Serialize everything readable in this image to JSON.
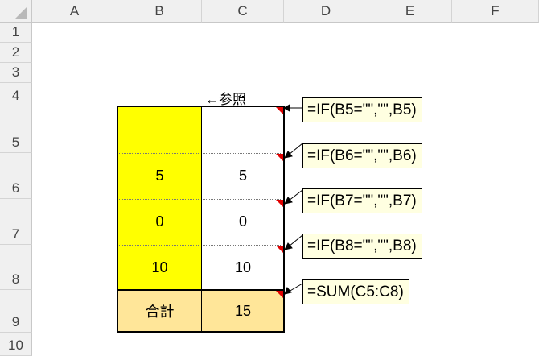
{
  "columns": [
    "A",
    "B",
    "C",
    "D",
    "E",
    "F"
  ],
  "rows": [
    "1",
    "2",
    "3",
    "4",
    "5",
    "6",
    "7",
    "8",
    "9",
    "10"
  ],
  "reference_label": "←参照",
  "table": {
    "rows": [
      {
        "b": "",
        "c": ""
      },
      {
        "b": "5",
        "c": "5"
      },
      {
        "b": "0",
        "c": "0"
      },
      {
        "b": "10",
        "c": "10"
      }
    ],
    "total": {
      "label": "合計",
      "value": "15"
    }
  },
  "notes": [
    "=IF(B5=\"\",\"\",B5)",
    "=IF(B6=\"\",\"\",B6)",
    "=IF(B7=\"\",\"\",B7)",
    "=IF(B8=\"\",\"\",B8)",
    "=SUM(C5:C8)"
  ],
  "colors": {
    "input_fill": "#ffff00",
    "total_fill": "#ffe699",
    "note_fill": "#ffffe1",
    "comment_marker": "#e00000"
  }
}
